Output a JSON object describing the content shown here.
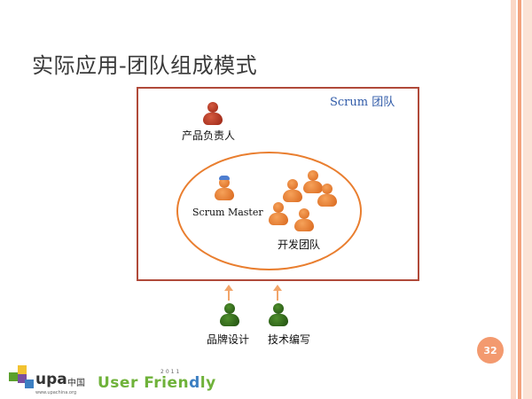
{
  "slide": {
    "title": "实际应用-团队组成模式",
    "page_number": "32"
  },
  "diagram": {
    "team_label": "Scrum 团队",
    "product_owner": "产品负责人",
    "scrum_master": "Scrum Master",
    "dev_team": "开发团队",
    "brand_design": "品牌设计",
    "tech_writing": "技术编写"
  },
  "footer": {
    "upa_brand": "upa",
    "upa_region": "中国",
    "upa_url": "www.upachina.org",
    "user_friendly": "User Frien",
    "user_friendly_tail": "ly",
    "year": "2011"
  },
  "colors": {
    "frame": "#b04a3a",
    "ellipse": "#e97e2f",
    "product_owner_icon": "#9a2414",
    "team_icons": "#d8661c",
    "external_icons": "#1f4d10",
    "arrow": "#f2a56a",
    "title_accent": "#2f5aa8",
    "badge": "#f39a6f"
  },
  "icons": [
    "person-icon",
    "arrow-up-icon",
    "upa-logo-icon"
  ]
}
